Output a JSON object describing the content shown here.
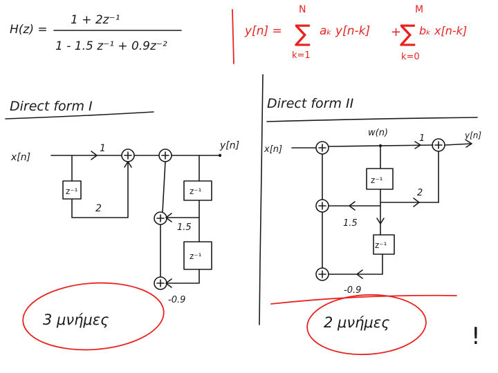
{
  "formula": {
    "h_lhs": "H(z) =",
    "h_num": "1 + 2z⁻¹",
    "h_den": "1 - 1.5 z⁻¹ + 0.9z⁻²",
    "diff_eq_lhs": "y[n] =",
    "sum1_top": "N",
    "sum1_bottom": "k=1",
    "sum1_term": "aₖ y[n-k]",
    "plus": "+",
    "sum2_top": "M",
    "sum2_bottom": "k=0",
    "sum2_term": "bₖ x[n-k]"
  },
  "df1": {
    "title": "Direct form I",
    "input": "x[n]",
    "output": "y[n]",
    "gain_b0": "1",
    "gain_b1": "2",
    "gain_a1": "1.5",
    "gain_a2": "-0.9",
    "delay": "z⁻¹",
    "memory_note": "3 μνήμες"
  },
  "df2": {
    "title": "Direct form II",
    "input": "x[n]",
    "output": "y[n]",
    "state": "w(n)",
    "gain_b0": "1",
    "gain_b1": "2",
    "gain_a1": "1.5",
    "gain_a2": "-0.9",
    "delay": "z⁻¹",
    "memory_note": "2 μνήμες",
    "exclamation": "!"
  },
  "colors": {
    "ink": "#1a1a1a",
    "accent": "#e8231f"
  }
}
